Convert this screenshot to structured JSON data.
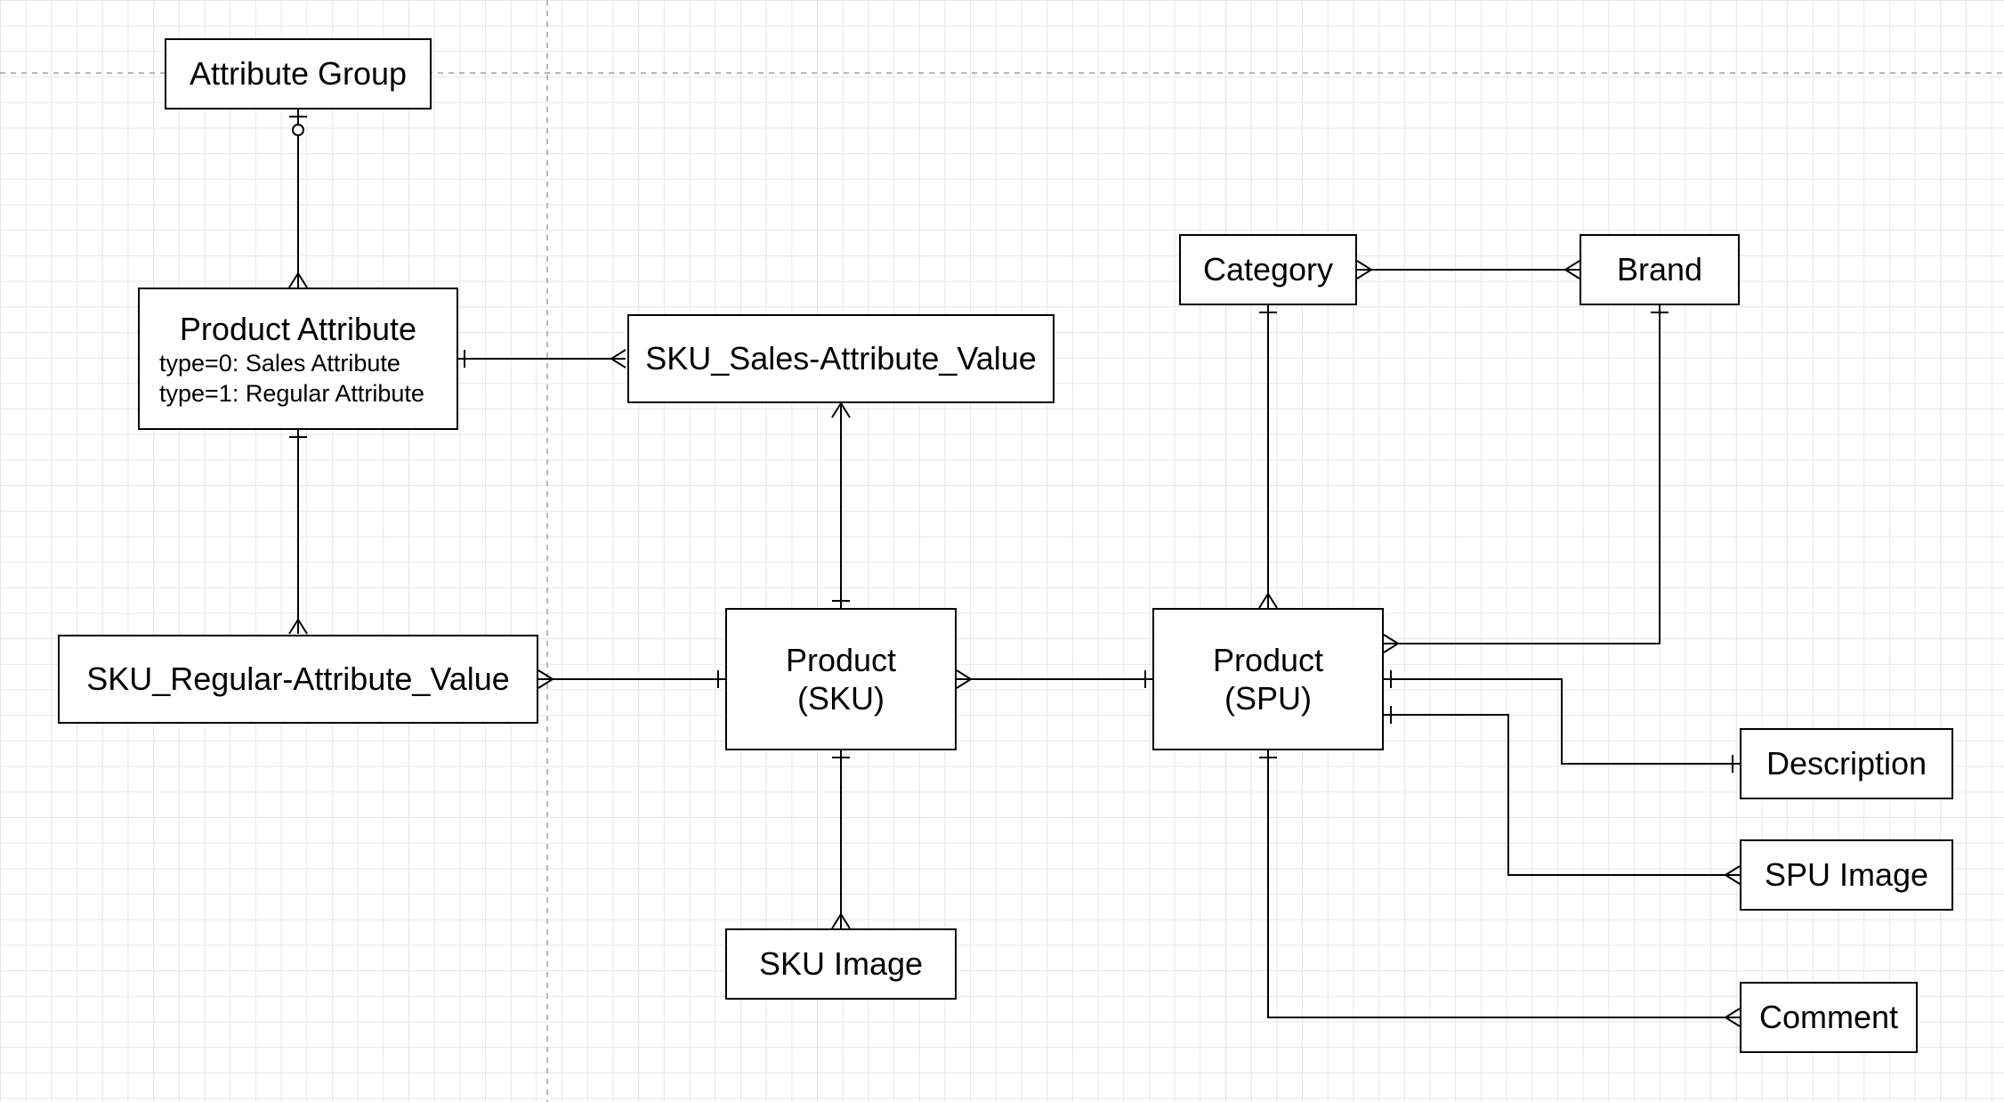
{
  "entities": {
    "attribute_group": "Attribute Group",
    "product_attribute": {
      "title": "Product Attribute",
      "note_1": "type=0: Sales Attribute",
      "note_2": "type=1: Regular Attribute"
    },
    "sku_sales_attr_value": "SKU_Sales-Attribute_Value",
    "sku_regular_attr_value": "SKU_Regular-Attribute_Value",
    "product_sku": {
      "line_1": "Product",
      "line_2": "(SKU)"
    },
    "product_spu": {
      "line_1": "Product",
      "line_2": "(SPU)"
    },
    "sku_image": "SKU Image",
    "category": "Category",
    "brand": "Brand",
    "description": "Description",
    "spu_image": "SPU Image",
    "comment": "Comment"
  },
  "relationships": [
    {
      "from": "Attribute Group",
      "from_end": "zero-or-one",
      "to": "Product Attribute",
      "to_end": "many"
    },
    {
      "from": "Product Attribute",
      "from_end": "one",
      "to": "SKU_Sales-Attribute_Value",
      "to_end": "many"
    },
    {
      "from": "Product Attribute",
      "from_end": "one",
      "to": "SKU_Regular-Attribute_Value",
      "to_end": "many"
    },
    {
      "from": "SKU_Sales-Attribute_Value",
      "from_end": "many",
      "to": "Product (SKU)",
      "to_end": "one"
    },
    {
      "from": "SKU_Regular-Attribute_Value",
      "from_end": "many",
      "to": "Product (SKU)",
      "to_end": "one"
    },
    {
      "from": "Product (SKU)",
      "from_end": "one",
      "to": "SKU Image",
      "to_end": "many"
    },
    {
      "from": "Product (SKU)",
      "from_end": "many",
      "to": "Product (SPU)",
      "to_end": "one"
    },
    {
      "from": "Category",
      "from_end": "many",
      "to": "Brand",
      "to_end": "many"
    },
    {
      "from": "Category",
      "from_end": "one",
      "to": "Product (SPU)",
      "to_end": "many"
    },
    {
      "from": "Brand",
      "from_end": "one",
      "to": "Product (SPU)",
      "to_end": "many"
    },
    {
      "from": "Product (SPU)",
      "from_end": "one",
      "to": "Description",
      "to_end": "one"
    },
    {
      "from": "Product (SPU)",
      "from_end": "one",
      "to": "SPU Image",
      "to_end": "many"
    },
    {
      "from": "Product (SPU)",
      "from_end": "one",
      "to": "Comment",
      "to_end": "many"
    }
  ],
  "colors": {
    "line": "#000000",
    "grid": "#e6e6e6",
    "guide": "#b8b8b8"
  }
}
